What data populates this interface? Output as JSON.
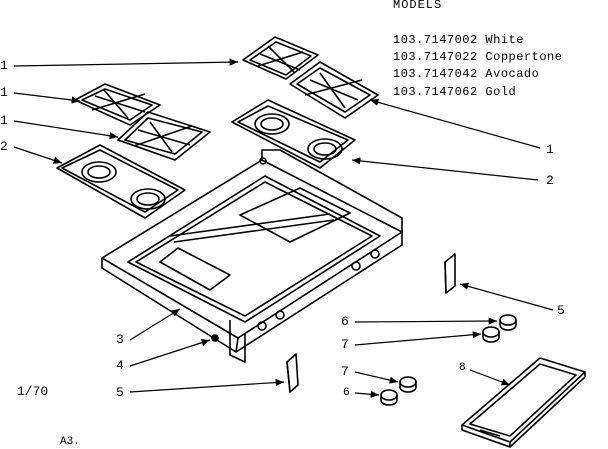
{
  "models": {
    "title": "MODELS",
    "lines": [
      "103.7147002 White",
      "103.7147022 Coppertone",
      "103.7147042 Avocado",
      "103.7147062 Gold"
    ]
  },
  "callouts": {
    "grate_top": "1",
    "grate_left_a": "1",
    "grate_left_b": "1",
    "drip_pan_left": "2",
    "grate_right": "1",
    "drip_pan_right": "2",
    "frame": "3",
    "screw": "4",
    "bracket_left": "5",
    "bracket_right": "5",
    "knob_6a": "6",
    "knob_7a": "7",
    "knob_7b": "7",
    "knob_6b": "6",
    "panel": "8"
  },
  "footer": {
    "scale": "1/70",
    "page_ref": "A3."
  }
}
